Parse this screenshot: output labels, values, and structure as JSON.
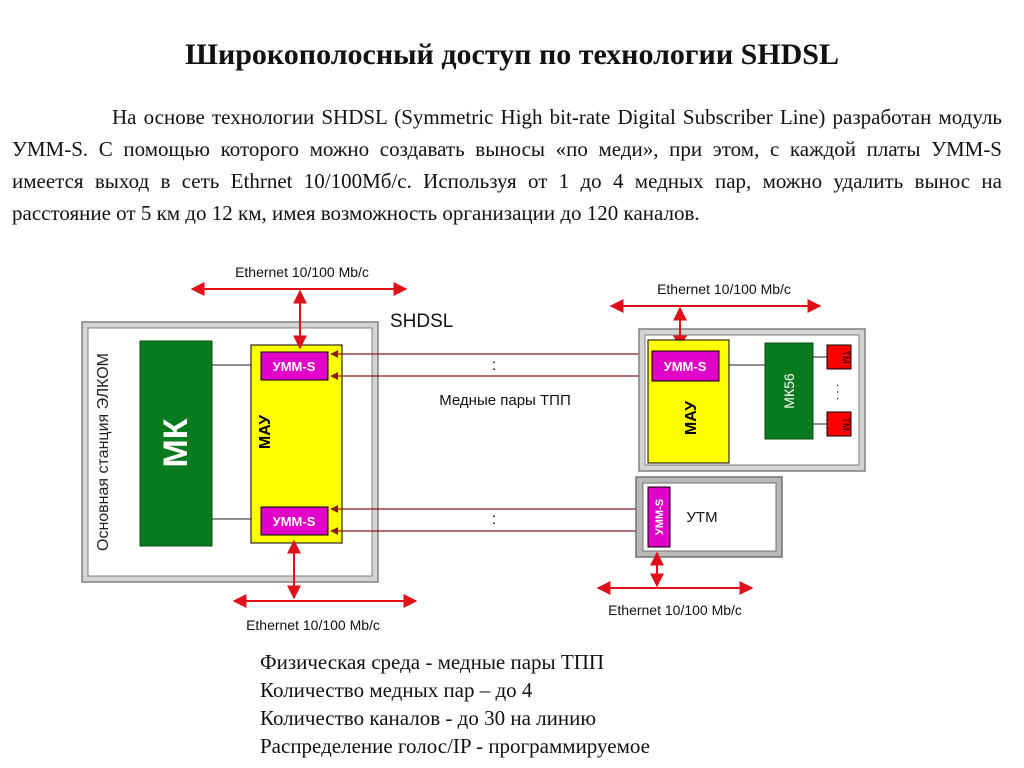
{
  "title": "Широкополосный доступ по технологии SHDSL",
  "intro": "На основе технологии SHDSL (Symmetric High bit-rate Digital Subscriber Line) разработан модуль УММ-S. С помощью которого можно создавать выносы «по меди», при этом, с каждой платы УММ-S имеется выход в сеть Ethrnet 10/100Мб/с. Используя от 1 до 4 медных пар, можно удалить вынос на расстояние от 5 км до 12 км, имея возможность организации до 120 каналов.",
  "diagram": {
    "station_label": "Основная станция ЭЛКОМ",
    "mk_label": "МК",
    "mau_label": "МАУ",
    "umm_label": "УММ-S",
    "shdsl_label": "SHDSL",
    "copper_label": "Медные пары ТПП",
    "ethernet_top_left": "Ethernet 10/100 Mb/c",
    "ethernet_top_right": "Ethernet 10/100 Mb/c",
    "ethernet_bottom_left": "Ethernet 10/100 Mb/c",
    "ethernet_bottom_right": "Ethernet 10/100 Mb/c",
    "mk56_label": "МК56",
    "tm_label": "ТМ",
    "utm_label": "УТМ",
    "dots": ":",
    "vdots": ". . .",
    "colors": {
      "ethernet_arrow": "#e0101a",
      "link_arrow": "#8b1a1a",
      "mk_green": "#0a7a1e",
      "mau_yellow": "#ffff00",
      "umm_magenta": "#e000c8",
      "tm_red": "#ff0000",
      "frame_gray": "#808080"
    }
  },
  "bullets": [
    "Физическая среда - медные пары ТПП",
    "Количество медных пар – до 4",
    "Количество каналов - до 30 на линию",
    "Распределение голос/IP - программируемое"
  ]
}
